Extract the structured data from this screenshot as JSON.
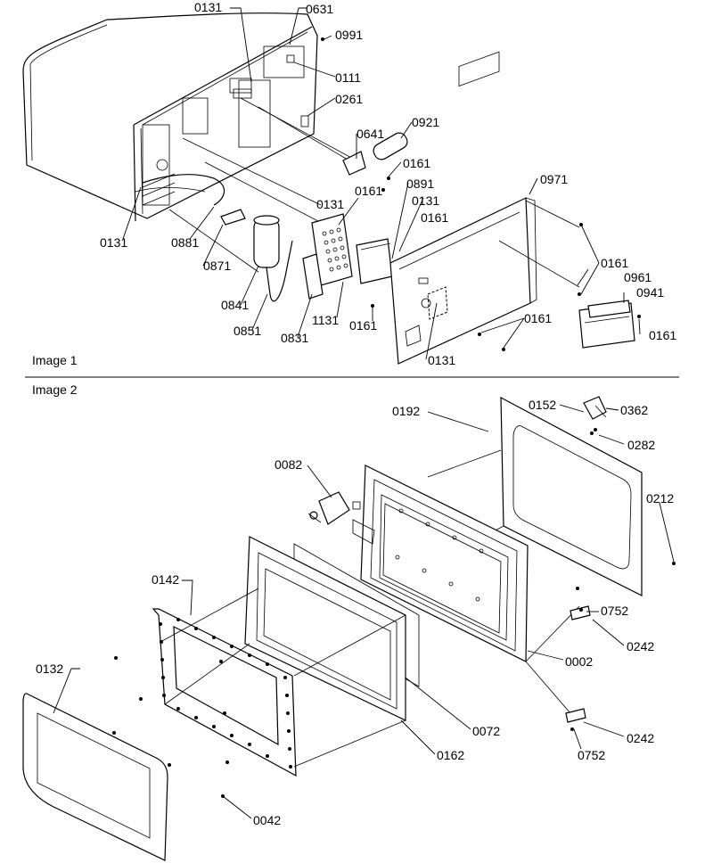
{
  "sections": {
    "image1": "Image 1",
    "image2": "Image 2"
  },
  "callouts": {
    "img1": {
      "c0131_top": "0131",
      "c0631": "0631",
      "c0991": "0991",
      "c0111": "0111",
      "c0261": "0261",
      "c0921": "0921",
      "c0641": "0641",
      "c0161_a": "0161",
      "c0161_b": "0161",
      "c0891": "0891",
      "c0131_mid": "0131",
      "c0161_c": "0161",
      "c0971": "0971",
      "c0131_left": "0131",
      "c0881": "0881",
      "c0871": "0871",
      "c0841": "0841",
      "c0851": "0851",
      "c0831": "0831",
      "c1131": "1131",
      "c0161_d": "0161",
      "c0161_e": "0161",
      "c0961": "0961",
      "c0941": "0941",
      "c0161_f": "0161",
      "c0161_g": "0161",
      "c0131_bot": "0131",
      "c0131_panel": "0131"
    },
    "img2": {
      "c0192": "0192",
      "c0152": "0152",
      "c0362": "0362",
      "c0282": "0282",
      "c0082": "0082",
      "c0212": "0212",
      "c0142": "0142",
      "c0752_a": "0752",
      "c0242_a": "0242",
      "c0132": "0132",
      "c0002": "0002",
      "c0072": "0072",
      "c0242_b": "0242",
      "c0162": "0162",
      "c0752_b": "0752",
      "c0042": "0042"
    }
  },
  "icons": {
    "exploded_view_1": "microwave-control-assembly",
    "exploded_view_2": "microwave-door-assembly"
  }
}
